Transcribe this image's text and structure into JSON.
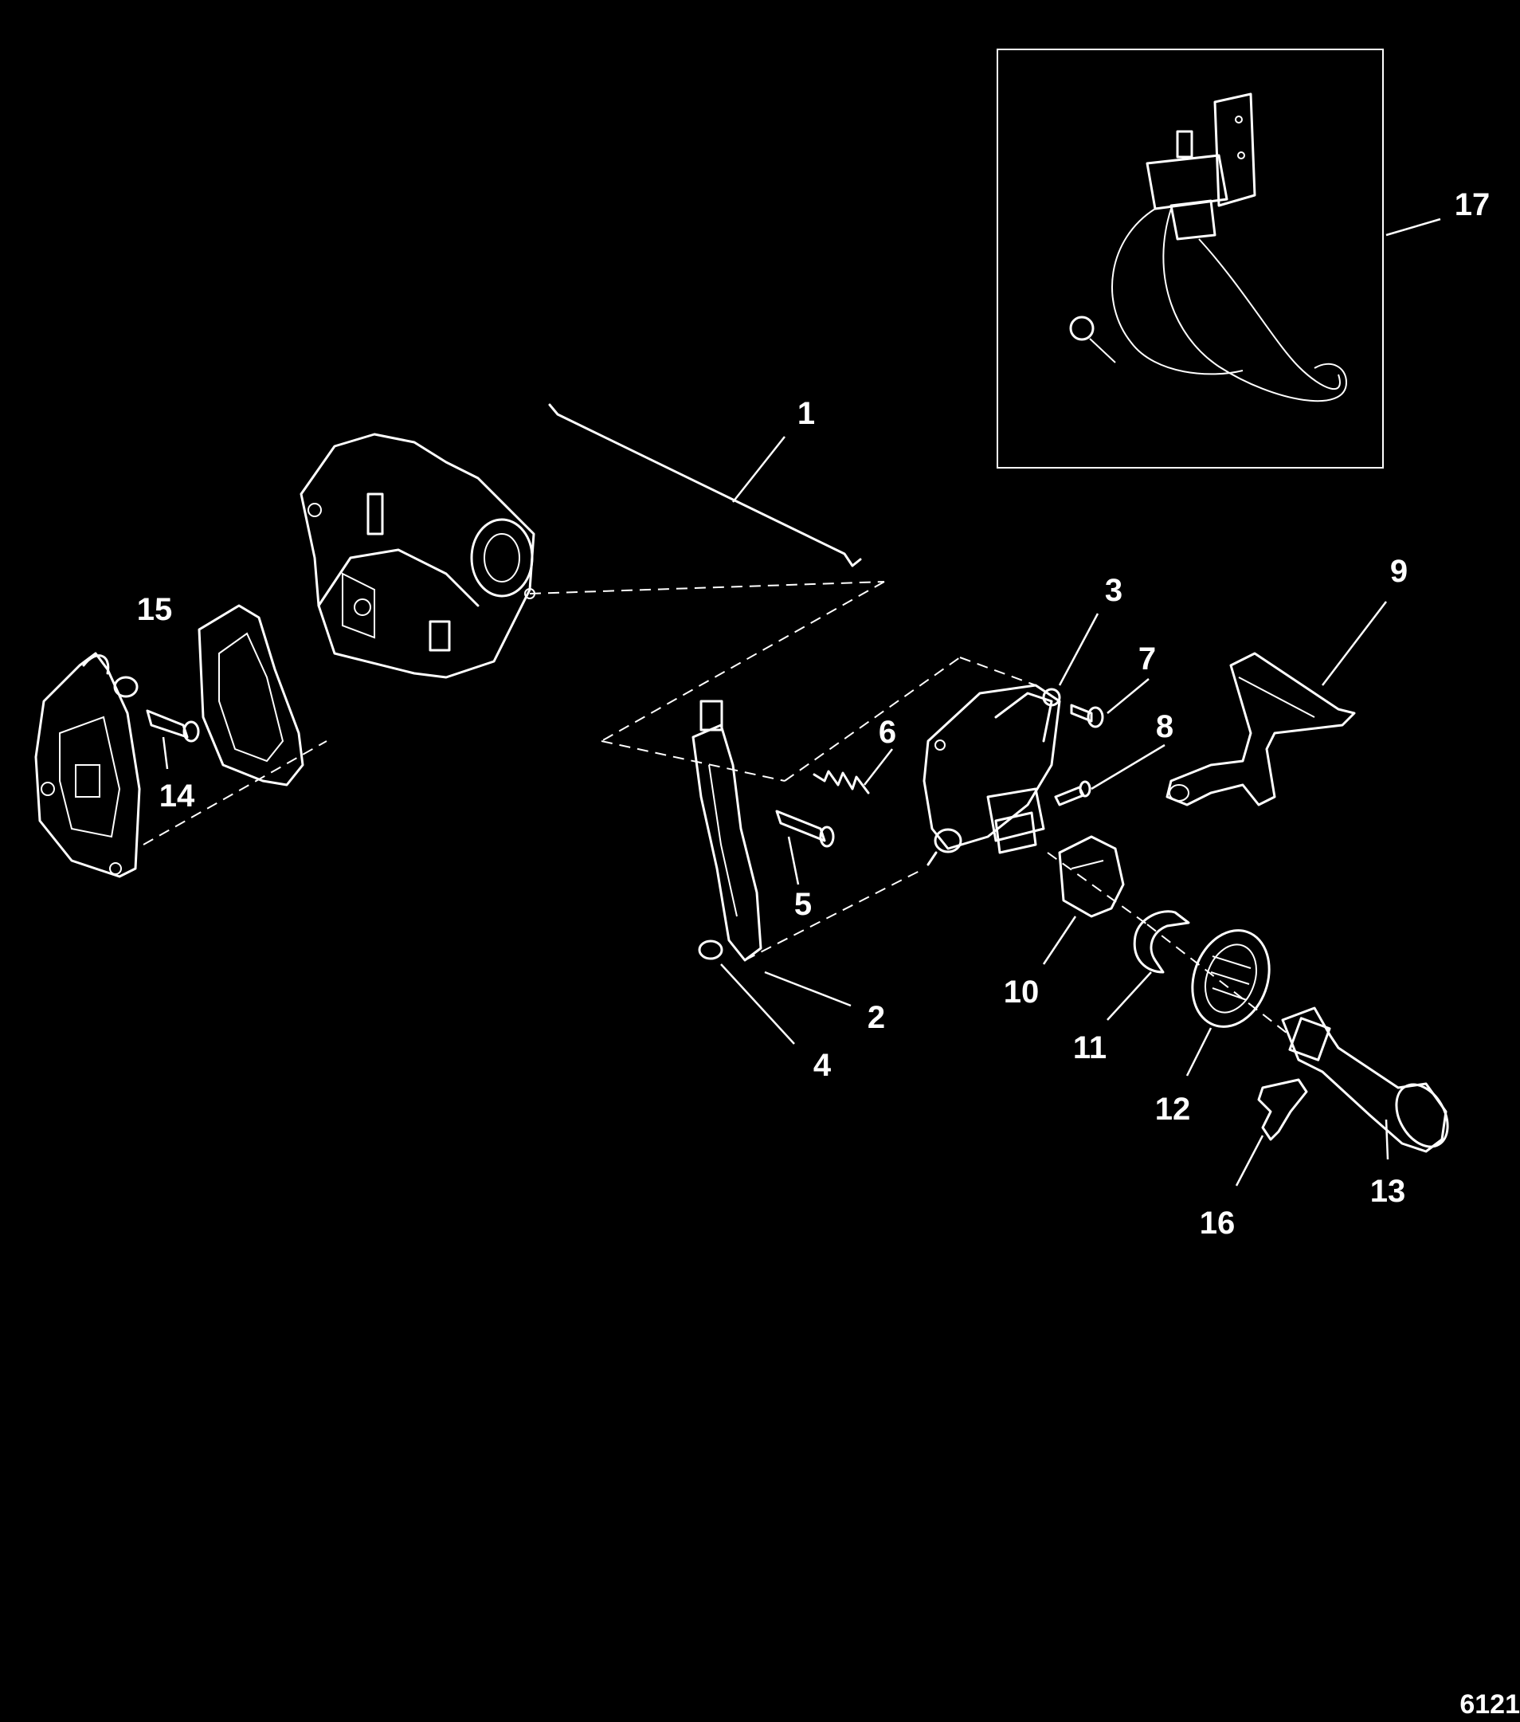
{
  "diagram": {
    "callouts": [
      {
        "id": "1",
        "text": "1"
      },
      {
        "id": "2",
        "text": "2"
      },
      {
        "id": "3",
        "text": "3"
      },
      {
        "id": "4",
        "text": "4"
      },
      {
        "id": "5",
        "text": "5"
      },
      {
        "id": "6",
        "text": "6"
      },
      {
        "id": "7",
        "text": "7"
      },
      {
        "id": "8",
        "text": "8"
      },
      {
        "id": "9",
        "text": "9"
      },
      {
        "id": "10",
        "text": "10"
      },
      {
        "id": "11",
        "text": "11"
      },
      {
        "id": "12",
        "text": "12"
      },
      {
        "id": "13",
        "text": "13"
      },
      {
        "id": "14",
        "text": "14"
      },
      {
        "id": "15",
        "text": "15"
      },
      {
        "id": "16",
        "text": "16"
      },
      {
        "id": "17",
        "text": "17"
      }
    ],
    "figure_number": "6121"
  },
  "colors": {
    "background": "#000000",
    "line_art": "#ffffff"
  }
}
